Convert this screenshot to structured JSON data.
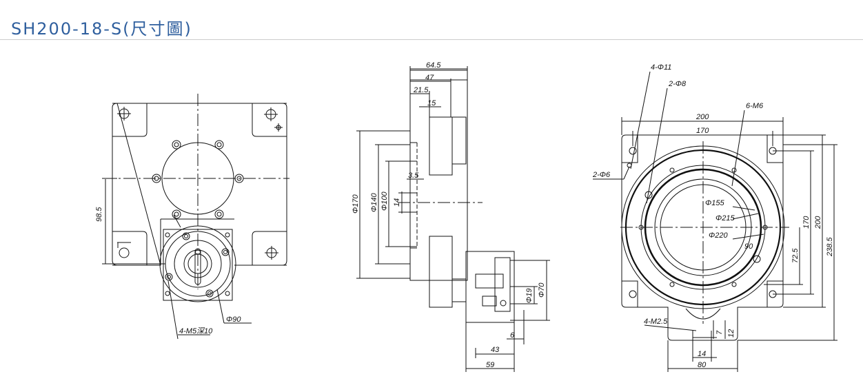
{
  "title": "SH200-18-S(尺寸圖)",
  "colors": {
    "title": "#2f5f9e",
    "line": "#111111",
    "rule": "#cccccc"
  },
  "views": {
    "left": {
      "dims": {
        "height_985": "98.5",
        "holes": "4-M5深10",
        "dia90": "Φ90"
      }
    },
    "middle": {
      "dims": {
        "d645": "64.5",
        "d47": "47",
        "d215": "21.5",
        "d15": "15",
        "d35": "3.5",
        "dia170": "Φ170",
        "dia140": "Φ140",
        "dia100": "Φ100",
        "d14": "14",
        "dia19": "Φ19",
        "dia70": "Φ70",
        "d6": "6",
        "d43": "43",
        "d59": "59"
      }
    },
    "right": {
      "dims": {
        "holes411": "4-Φ11",
        "holes28": "2-Φ8",
        "holes6m6": "6-M6",
        "holes26": "2-Φ6",
        "w200": "200",
        "w170": "170",
        "dia155": "Φ155",
        "dia215": "Φ215",
        "dia220": "Φ220",
        "a90": "90",
        "h725": "72.5",
        "h170": "170",
        "h200": "200",
        "h2385": "238.5",
        "m25": "4-M2.5",
        "d7": "7",
        "d12": "12",
        "d14b": "14",
        "d80": "80"
      }
    }
  }
}
